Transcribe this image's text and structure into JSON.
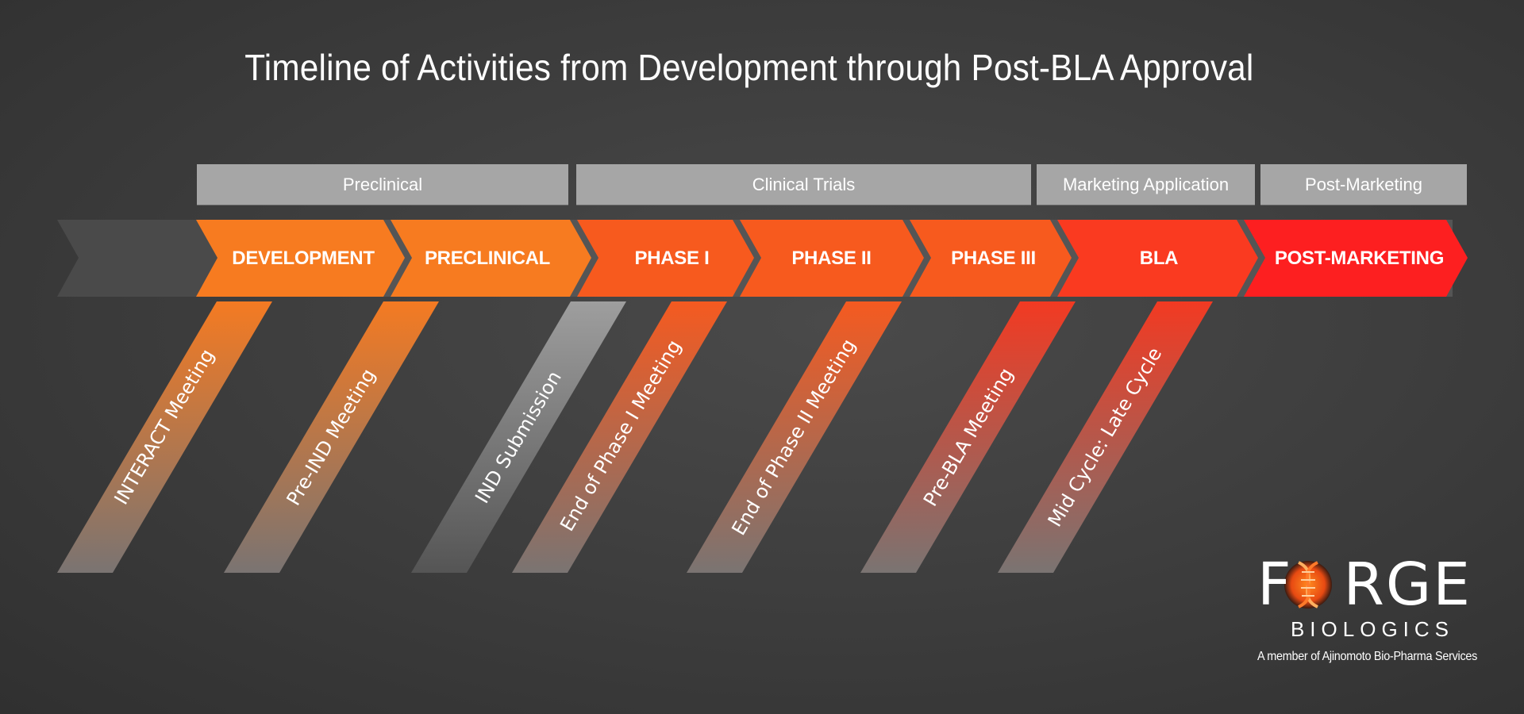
{
  "title": "Timeline of Activities from Development through Post-BLA Approval",
  "category_bars": [
    {
      "label": "Preclinical"
    },
    {
      "label": "Clinical Trials"
    },
    {
      "label": "Marketing Application"
    },
    {
      "label": "Post-Marketing"
    }
  ],
  "stages": [
    {
      "label": "DEVELOPMENT",
      "color": "#F77B20"
    },
    {
      "label": "PRECLINICAL",
      "color": "#F77B20"
    },
    {
      "label": "PHASE I",
      "color": "#F75A1E"
    },
    {
      "label": "PHASE II",
      "color": "#F75A1E"
    },
    {
      "label": "PHASE III",
      "color": "#F75A1E"
    },
    {
      "label": "BLA",
      "color": "#FA3A20"
    },
    {
      "label": "POST-MARKETING",
      "color": "#FD1F20"
    }
  ],
  "milestones": [
    {
      "label": "INTERACT Meeting",
      "color": "#F47A22"
    },
    {
      "label": "Pre-IND Meeting",
      "color": "#F47A22"
    },
    {
      "label": "IND Submission",
      "color": "#9b9b9b"
    },
    {
      "label": "End of Phase I Meeting",
      "color": "#F45A1E"
    },
    {
      "label": "End of Phase II Meeting",
      "color": "#F45A1E"
    },
    {
      "label": "Pre-BLA Meeting",
      "color": "#F23A20"
    },
    {
      "label": "Mid Cycle: Late Cycle",
      "color": "#F23A20"
    }
  ],
  "logo": {
    "name_left": "F",
    "name_right": "RGE",
    "subtitle": "BIOLOGICS",
    "tagline": "A member of Ajinomoto Bio-Pharma Services"
  },
  "colors": {
    "background": "#3c3c3c",
    "lead_chevron": "#4a4a4a",
    "separator": "#555555",
    "category_bar": "#a6a6a6",
    "diag_fade": "#7a7472"
  }
}
